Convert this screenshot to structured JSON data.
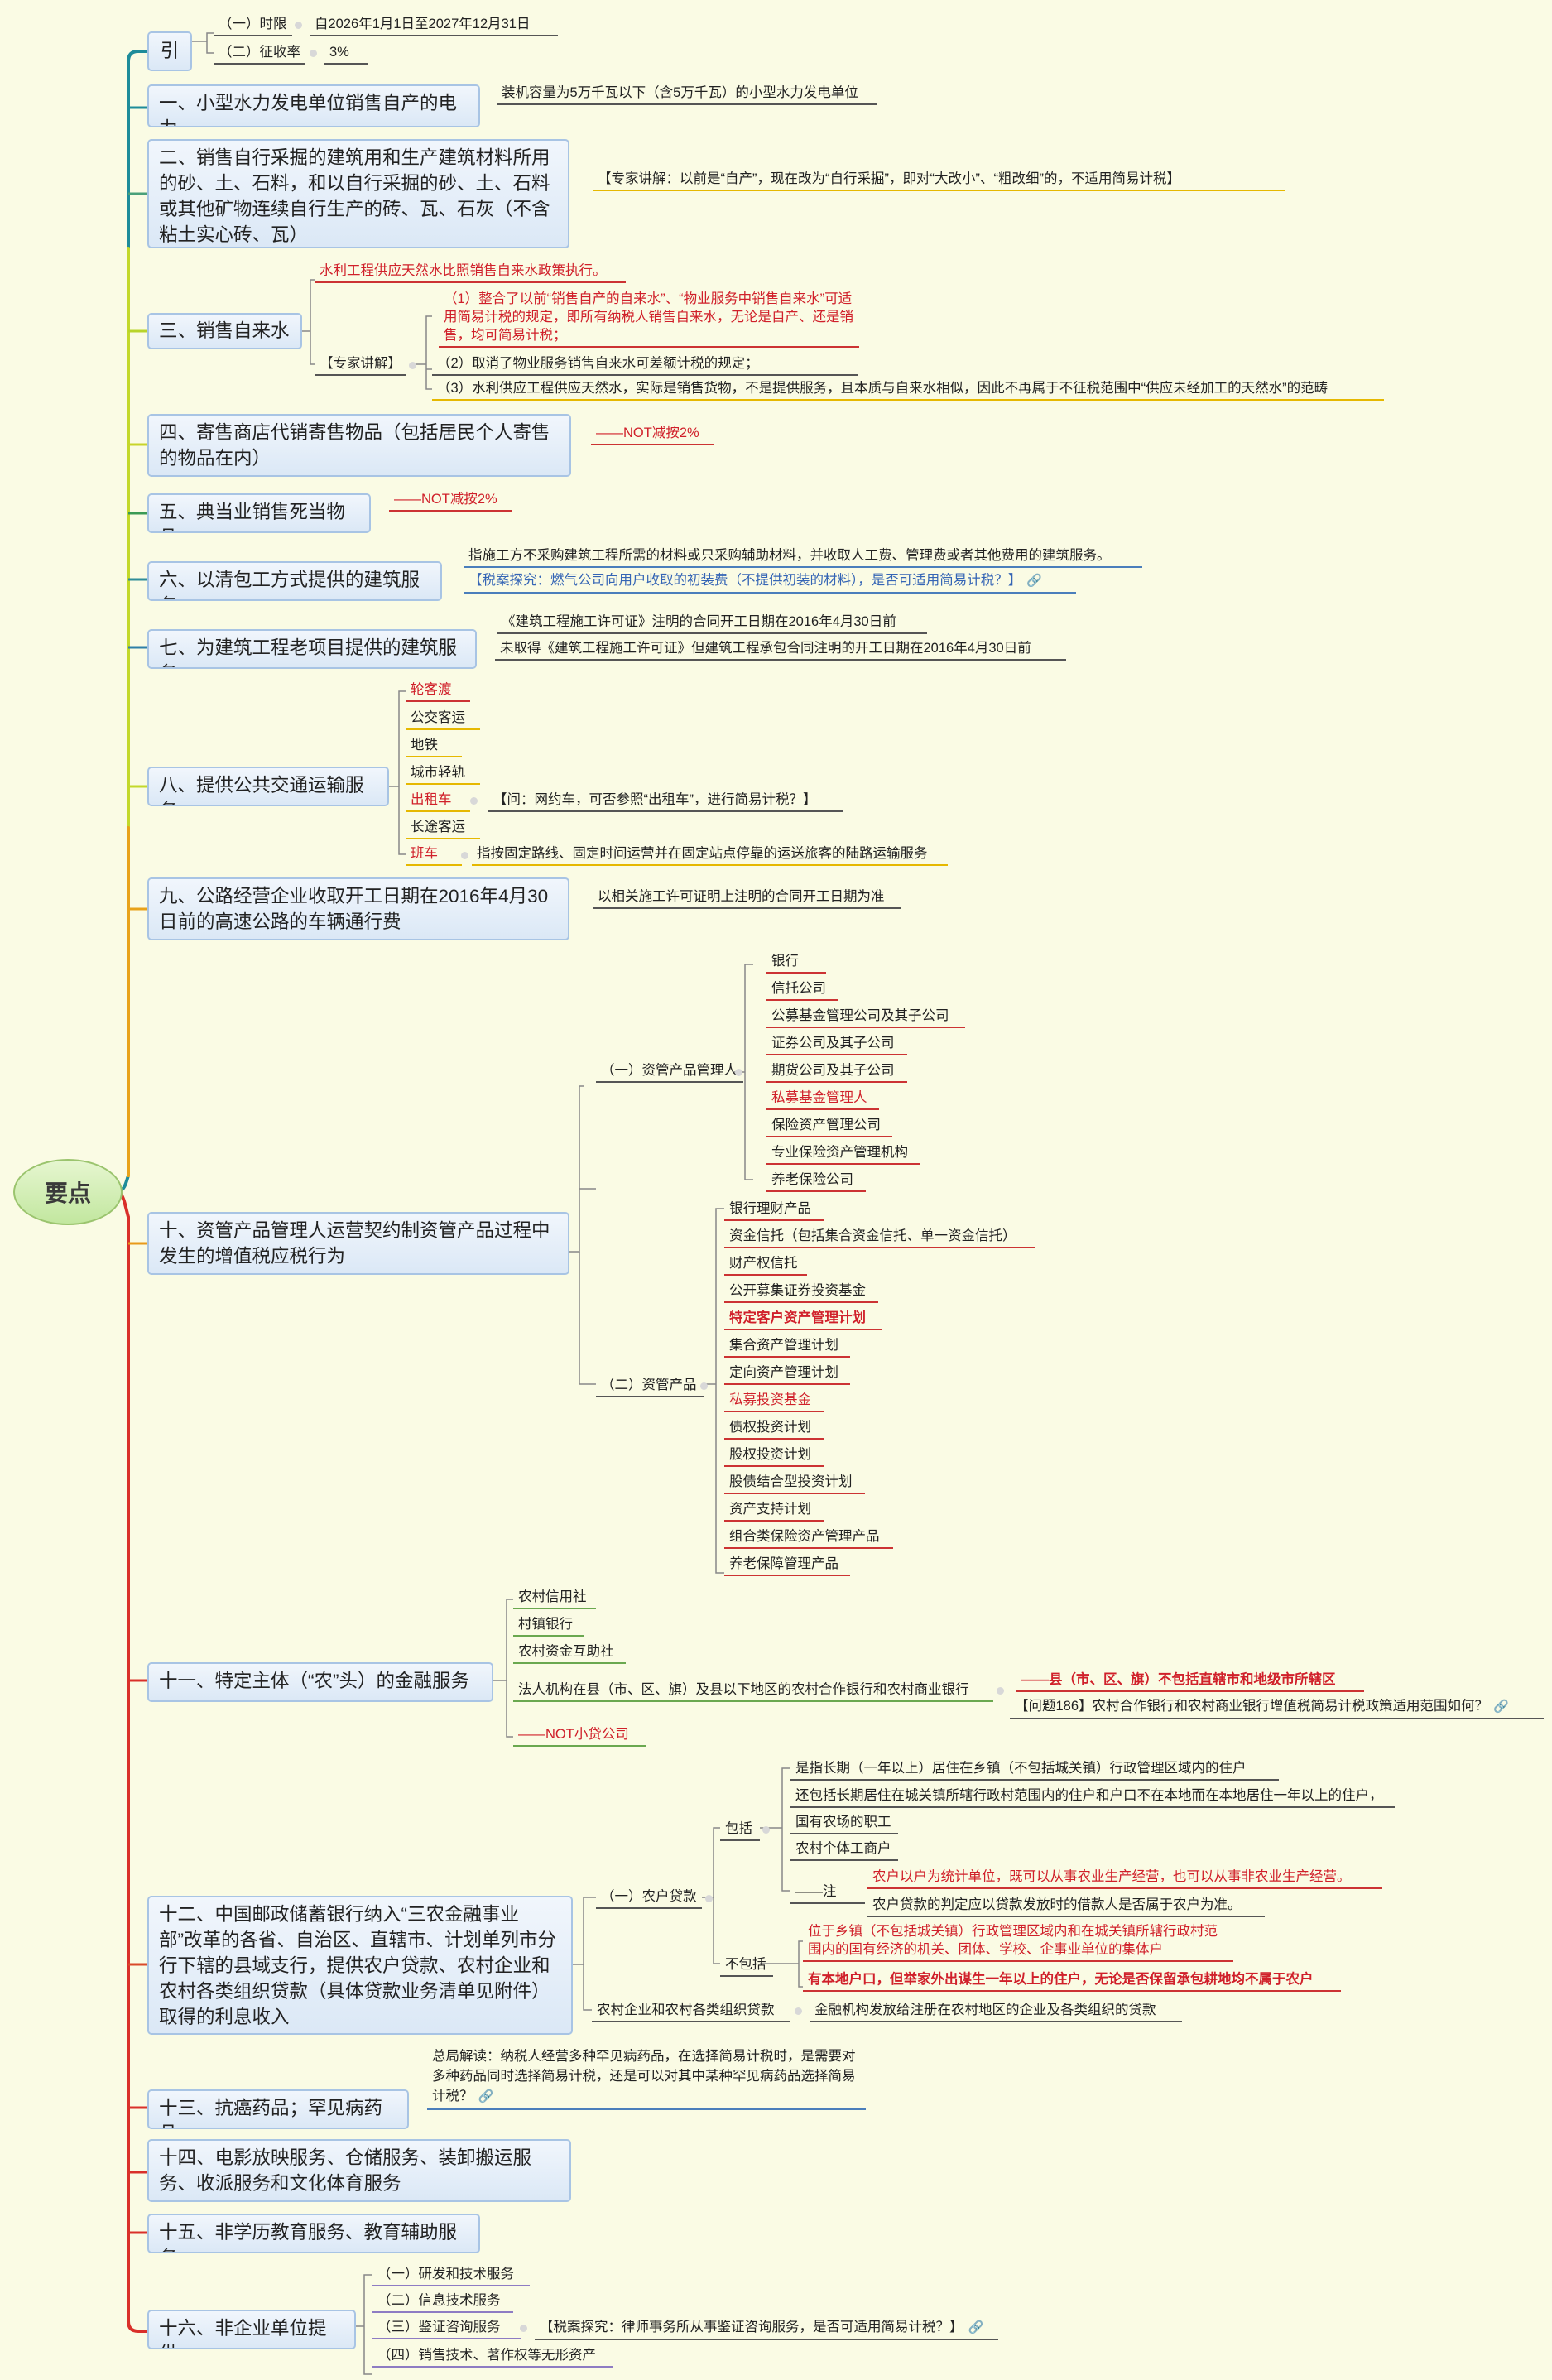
{
  "root": "要点",
  "topics": {
    "t0": "引",
    "t1": "一、小型水力发电单位销售自产的电力",
    "t2": "二、销售自行采掘的建筑用和生产建筑材料所用的砂、土、石料，和以自行采掘的砂、土、石料或其他矿物连续自行生产的砖、瓦、石灰（不含粘土实心砖、瓦）",
    "t3": "三、销售自来水",
    "t4": "四、寄售商店代销寄售物品（包括居民个人寄售的物品在内）",
    "t5": "五、典当业销售死当物品",
    "t6": "六、以清包工方式提供的建筑服务",
    "t7": "七、为建筑工程老项目提供的建筑服务",
    "t8": "八、提供公共交通运输服务",
    "t9": "九、公路经营企业收取开工日期在2016年4月30日前的高速公路的车辆通行费",
    "t10": "十、资管产品管理人运营契约制资管产品过程中发生的增值税应税行为",
    "t11": "十一、特定主体（“农”头）的金融服务",
    "t12": "十二、中国邮政储蓄银行纳入“三农金融事业部”改革的各省、自治区、直辖市、计划单列市分行下辖的县域支行，提供农户贷款、农村企业和农村各类组织贷款（具体贷款业务清单见附件）取得的利息收入",
    "t13": "十三、抗癌药品；罕见病药品",
    "t14": "十四、电影放映服务、仓储服务、装卸搬运服务、收派服务和文化体育服务",
    "t15": "十五、非学历教育服务、教育辅助服务",
    "t16": "十六、非企业单位提供"
  },
  "intro": {
    "term_label": "（一）时限",
    "term_value": "自2026年1月1日至2027年12月31日",
    "rate_label": "（二）征收率",
    "rate_value": "3%"
  },
  "n1": "装机容量为5万千瓦以下（含5万千瓦）的小型水力发电单位",
  "n2": "【专家讲解：以前是“自产”，现在改为“自行采掘”，即对“大改小”、“粗改细”的，不适用简易计税】",
  "n3": {
    "top": "水利工程供应天然水比照销售自来水政策执行。",
    "expert": "【专家讲解】",
    "p1": "（1）整合了以前“销售自产的自来水”、“物业服务中销售自来水”可适用简易计税的规定，即所有纳税人销售自来水，无论是自产、还是销售，均可简易计税；",
    "p2": "（2）取消了物业服务销售自来水可差额计税的规定；",
    "p3": "（3）水利供应工程供应天然水，实际是销售货物，不是提供服务，且本质与自来水相似，因此不再属于不征税范围中“供应未经加工的天然水”的范畴"
  },
  "n4": "——NOT减按2%",
  "n5": "——NOT减按2%",
  "n6": {
    "def": "指施工方不采购建筑工程所需的材料或只采购辅助材料，并收取人工费、管理费或者其他费用的建筑服务。",
    "q": "【税案探究：燃气公司向用户收取的初装费（不提供初装的材料），是否可适用简易计税？】"
  },
  "n7": {
    "a": "《建筑工程施工许可证》注明的合同开工日期在2016年4月30日前",
    "b": "未取得《建筑工程施工许可证》但建筑工程承包合同注明的开工日期在2016年4月30日前"
  },
  "n8": {
    "items": [
      "轮客渡",
      "公交客运",
      "地铁",
      "城市轻轨",
      "出租车",
      "长途客运",
      "班车"
    ],
    "taxi_q": "【问：网约车，可否参照“出租车”，进行简易计税？】",
    "bus_def": "指按固定路线、固定时间运营并在固定站点停靠的运送旅客的陆路运输服务"
  },
  "n9": "以相关施工许可证明上注明的合同开工日期为准",
  "n10": {
    "managers_label": "（一）资管产品管理人",
    "managers": [
      "银行",
      "信托公司",
      "公募基金管理公司及其子公司",
      "证券公司及其子公司",
      "期货公司及其子公司",
      "私募基金管理人",
      "保险资产管理公司",
      "专业保险资产管理机构",
      "养老保险公司"
    ],
    "products_label": "（二）资管产品",
    "products": [
      "银行理财产品",
      "资金信托（包括集合资金信托、单一资金信托）",
      "财产权信托",
      "公开募集证券投资基金",
      "特定客户资产管理计划",
      "集合资产管理计划",
      "定向资产管理计划",
      "私募投资基金",
      "债权投资计划",
      "股权投资计划",
      "股债结合型投资计划",
      "资产支持计划",
      "组合类保险资产管理产品",
      "养老保障管理产品"
    ]
  },
  "n11": {
    "items": [
      "农村信用社",
      "村镇银行",
      "农村资金互助社",
      "法人机构在县（市、区、旗）及县以下地区的农村合作银行和农村商业银行",
      "——NOT小贷公司"
    ],
    "county_note": "——县（市、区、旗）不包括直辖市和地级市所辖区",
    "q186": "【问题186】农村合作银行和农村商业银行增值税简易计税政策适用范围如何？"
  },
  "n12": {
    "farm_loan": "（一）农户贷款",
    "include": "包括",
    "inc": [
      "是指长期（一年以上）居住在乡镇（不包括城关镇）行政管理区域内的住户",
      "还包括长期居住在城关镇所辖行政村范围内的住户和户口不在本地而在本地居住一年以上的住户，",
      "国有农场的职工",
      "农村个体工商户"
    ],
    "note_label": "——注",
    "note1": "农户以户为统计单位，既可以从事农业生产经营，也可以从事非农业生产经营。",
    "note2": "农户贷款的判定应以贷款发放时的借款人是否属于农户为准。",
    "exclude": "不包括",
    "exc1": "位于乡镇（不包括城关镇）行政管理区域内和在城关镇所辖行政村范围内的国有经济的机关、团体、学校、企事业单位的集体户",
    "exc2": "有本地户口，但举家外出谋生一年以上的住户，无论是否保留承包耕地均不属于农户",
    "org_label": "农村企业和农村各类组织贷款",
    "org_def": "金融机构发放给注册在农村地区的企业及各类组织的贷款"
  },
  "n13": "总局解读：纳税人经营多种罕见病药品，在选择简易计税时，是需要对多种药品同时选择简易计税，还是可以对其中某种罕见病药品选择简易计税？",
  "n16": {
    "items": [
      "（一）研发和技术服务",
      "（二）信息技术服务",
      "（三）鉴证咨询服务",
      "（四）销售技术、著作权等无形资产"
    ],
    "q": "【税案探究：律师事务所从事鉴证咨询服务，是否可适用简易计税？】"
  }
}
